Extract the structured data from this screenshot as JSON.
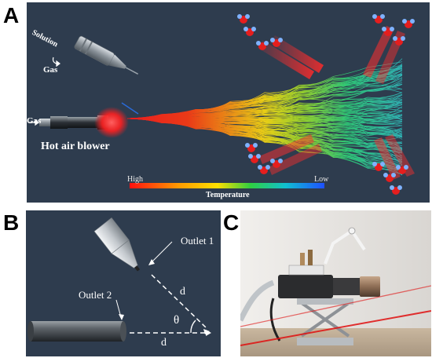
{
  "panel_labels": {
    "a": "A",
    "b": "B",
    "c": "C"
  },
  "panel_a": {
    "solution_label": "Solution",
    "gas_top_label": "Gas",
    "gas_side_label": "Gas",
    "blower_label": "Hot air blower",
    "scale_high": "High",
    "scale_low": "Low",
    "scale_title": "Temperature",
    "colors": {
      "background": "#2e3c4e",
      "hot": "#ff2020",
      "warm": "#ffd800",
      "mid": "#29d85a",
      "cold": "#1e6cff"
    }
  },
  "panel_b": {
    "outlet1_label": "Outlet 1",
    "outlet2_label": "Outlet 2",
    "distance_label_1": "d",
    "distance_label_2": "d",
    "angle_label": "θ"
  },
  "panel_c": {
    "description_colors": {
      "wall": "#e9e7e4",
      "laser": "#e01010"
    }
  }
}
